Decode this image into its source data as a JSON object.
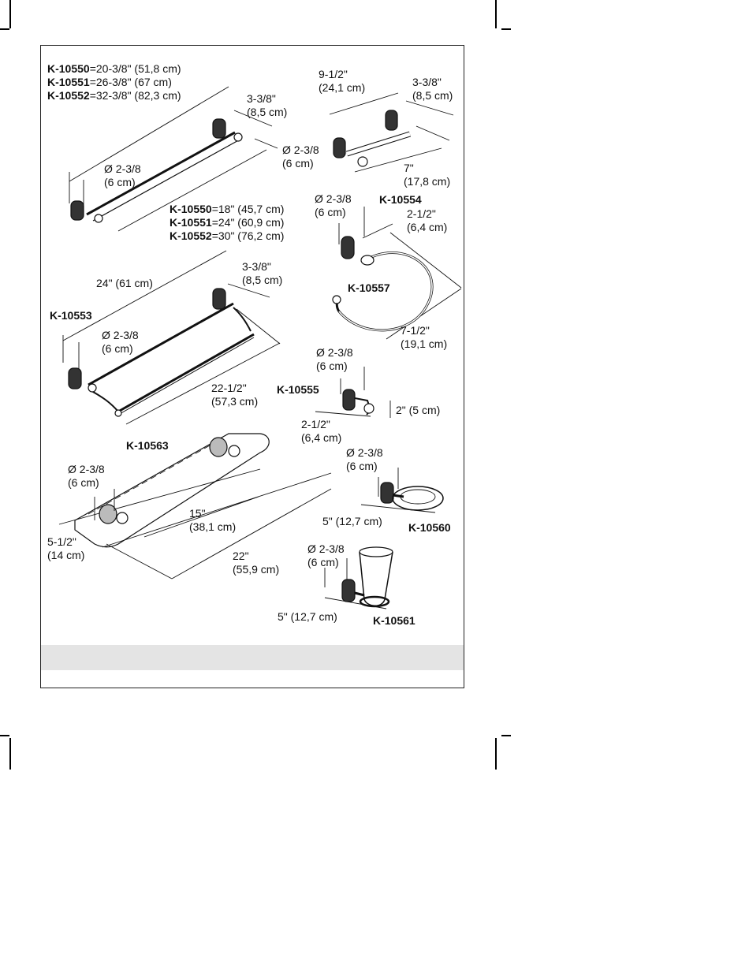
{
  "top_length_specs": [
    {
      "model": "K-10550",
      "value": "=20-3/8\" (51,8 cm)"
    },
    {
      "model": "K-10551",
      "value": "=26-3/8\" (67 cm)"
    },
    {
      "model": "K-10552",
      "value": "=32-3/8\" (82,3 cm)"
    }
  ],
  "bar_length_specs": [
    {
      "model": "K-10550",
      "value": "=18\" (45,7 cm)"
    },
    {
      "model": "K-10551",
      "value": "=24\" (60,9 cm)"
    },
    {
      "model": "K-10552",
      "value": "=30\" (76,2 cm)"
    }
  ],
  "towel_bar": {
    "projection": [
      "3-3/8\"",
      "(8,5 cm)"
    ],
    "flange": [
      "Ø 2-3/8",
      "(6 cm)"
    ]
  },
  "paper_holder": {
    "width": [
      "9-1/2\"",
      "(24,1 cm)"
    ],
    "projection": [
      "3-3/8\"",
      "(8,5 cm)"
    ],
    "flange": [
      "Ø 2-3/8",
      "(6 cm)"
    ],
    "depth": [
      "7\"",
      "(17,8 cm)"
    ],
    "model": "K-10554"
  },
  "towel_ring": {
    "flange": [
      "Ø 2-3/8",
      "(6 cm)"
    ],
    "projection": [
      "2-1/2\"",
      "(6,4 cm)"
    ],
    "model": "K-10557",
    "height": [
      "7-1/2\"",
      "(19,1 cm)"
    ]
  },
  "double_bar": {
    "length": "24\" (61 cm)",
    "projection": [
      "3-3/8\"",
      "(8,5 cm)"
    ],
    "model": "K-10553",
    "flange": [
      "Ø 2-3/8",
      "(6 cm)"
    ],
    "bar_length": [
      "22-1/2\"",
      "(57,3 cm)"
    ]
  },
  "robe_hook": {
    "flange": [
      "Ø 2-3/8",
      "(6 cm)"
    ],
    "model": "K-10555",
    "height": "2\" (5 cm)",
    "projection": [
      "2-1/2\"",
      "(6,4 cm)"
    ]
  },
  "shelf": {
    "model": "K-10563",
    "flange": [
      "Ø 2-3/8",
      "(6 cm)"
    ],
    "depth": [
      "5-1/2\"",
      "(14 cm)"
    ],
    "spacing": [
      "15\"",
      "(38,1 cm)"
    ],
    "length": [
      "22\"",
      "(55,9 cm)"
    ]
  },
  "soap_dish": {
    "flange": [
      "Ø 2-3/8",
      "(6 cm)"
    ],
    "projection": "5\" (12,7 cm)",
    "model": "K-10560"
  },
  "tumbler": {
    "flange": [
      "Ø 2-3/8",
      "(6 cm)"
    ],
    "projection": "5\" (12,7 cm)",
    "model": "K-10561"
  }
}
